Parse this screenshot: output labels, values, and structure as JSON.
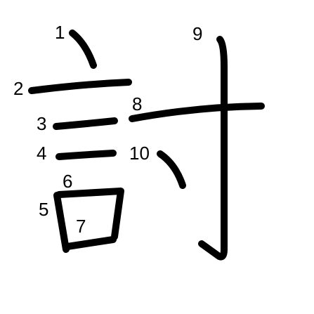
{
  "stroke_color": "#000000",
  "background_color": "#ffffff",
  "strokes": [
    {
      "order": "1",
      "label": "1"
    },
    {
      "order": "2",
      "label": "2"
    },
    {
      "order": "3",
      "label": "3"
    },
    {
      "order": "4",
      "label": "4"
    },
    {
      "order": "5",
      "label": "5"
    },
    {
      "order": "6",
      "label": "6"
    },
    {
      "order": "7",
      "label": "7"
    },
    {
      "order": "8",
      "label": "8"
    },
    {
      "order": "9",
      "label": "9"
    },
    {
      "order": "10",
      "label": "10"
    }
  ]
}
